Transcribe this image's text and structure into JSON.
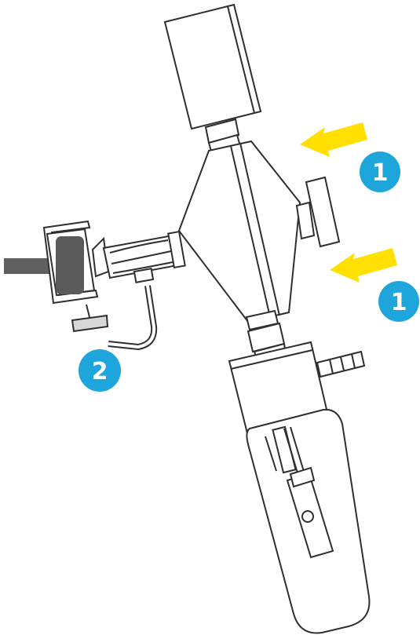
{
  "colors": {
    "stroke": "#2f2f2f",
    "arrow": "#ffe000",
    "badge": "#1ea6dc",
    "badge_text": "#ffffff",
    "hose": "#606060",
    "grip": "#5a5a5a"
  },
  "callouts": [
    {
      "label": "1",
      "icon": "yellow-arrow-icon"
    },
    {
      "label": "1",
      "icon": "yellow-arrow-icon"
    },
    {
      "label": "2",
      "icon": null
    }
  ]
}
